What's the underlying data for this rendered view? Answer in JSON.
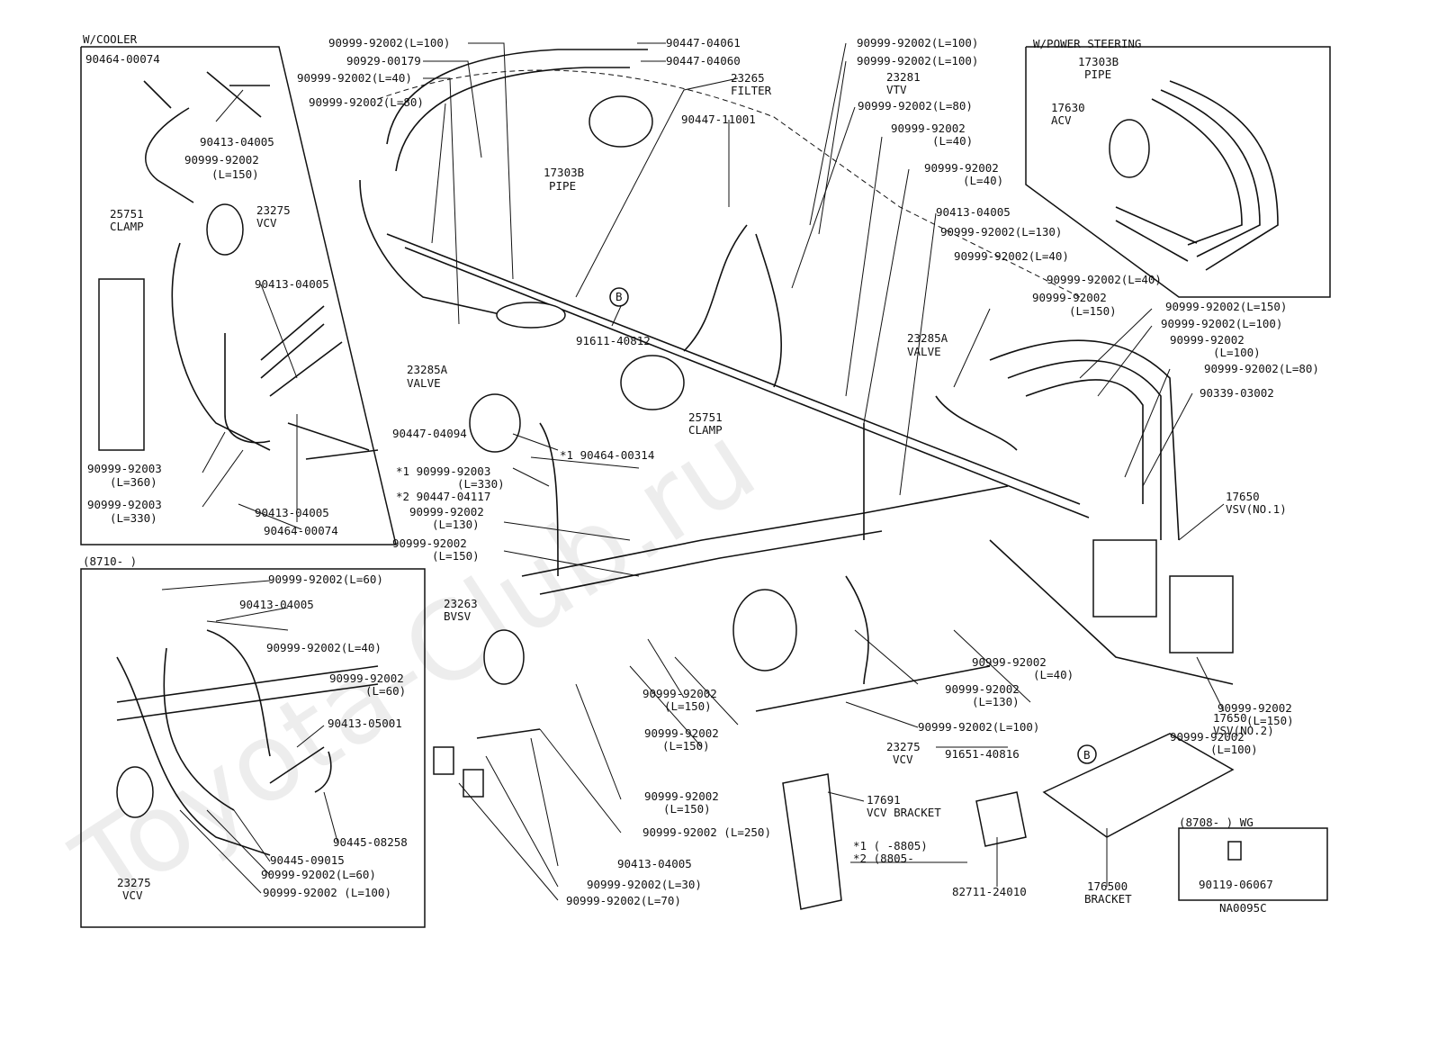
{
  "watermark": "Toyota-Club.ru",
  "drawing_code": "NA0095C",
  "insets": {
    "cooler": {
      "title": "W/COOLER"
    },
    "power_steering": {
      "title": "W/POWER STEERING"
    },
    "from_8710": {
      "title": "(8710-          )"
    },
    "wg": {
      "title": "(8708-          ) WG"
    }
  },
  "footnotes": {
    "n1": "*1  (         -8805)",
    "n2": "*2  (8805-          "
  },
  "labels": [
    {
      "name": "c-90464-00074",
      "text": "90464-00074"
    },
    {
      "name": "c-90413-04005",
      "text": "90413-04005"
    },
    {
      "name": "c-hose-150-a",
      "text": "90999-92002"
    },
    {
      "name": "c-hose-150-b",
      "text": "(L=150)"
    },
    {
      "name": "c-25751",
      "text": "25751"
    },
    {
      "name": "c-clamp",
      "text": "CLAMP"
    },
    {
      "name": "c-23275",
      "text": "23275"
    },
    {
      "name": "c-vcv",
      "text": "VCV"
    },
    {
      "name": "c-90413-04005-b",
      "text": "90413-04005"
    },
    {
      "name": "c-90999-92003-a",
      "text": "90999-92003"
    },
    {
      "name": "c-l360",
      "text": "(L=360)"
    },
    {
      "name": "c-90999-92003-b",
      "text": "90999-92003"
    },
    {
      "name": "c-l330",
      "text": "(L=330)"
    },
    {
      "name": "c-90413-04005-c",
      "text": "90413-04005"
    },
    {
      "name": "c-90464-00074-b",
      "text": "90464-00074"
    },
    {
      "name": "t-90999-100",
      "text": "90999-92002(L=100)"
    },
    {
      "name": "t-90929",
      "text": "90929-00179"
    },
    {
      "name": "t-90999-40",
      "text": "90999-92002(L=40)"
    },
    {
      "name": "t-90999-80",
      "text": "90999-92002(L=80)"
    },
    {
      "name": "t-90447-04061",
      "text": "90447-04061"
    },
    {
      "name": "t-90447-04060",
      "text": "90447-04060"
    },
    {
      "name": "t-23265",
      "text": "23265"
    },
    {
      "name": "t-filter",
      "text": "FILTER"
    },
    {
      "name": "t-90447-11001",
      "text": "90447-11001"
    },
    {
      "name": "t-17303b",
      "text": "17303B"
    },
    {
      "name": "t-pipe",
      "text": "PIPE"
    },
    {
      "name": "t-b1",
      "text": "B"
    },
    {
      "name": "t-91611",
      "text": "91611-40812"
    },
    {
      "name": "t-23285a",
      "text": "23285A"
    },
    {
      "name": "t-valve",
      "text": "VALVE"
    },
    {
      "name": "t-25751",
      "text": "25751"
    },
    {
      "name": "t-clamp",
      "text": "CLAMP"
    },
    {
      "name": "t-90447-04094",
      "text": "90447-04094"
    },
    {
      "name": "t-n1-90999-92003",
      "text": "*1 90999-92003"
    },
    {
      "name": "t-l330",
      "text": "(L=330)"
    },
    {
      "name": "t-n2-90447-04117",
      "text": "*2 90447-04117"
    },
    {
      "name": "t-n1-90464-00314",
      "text": "*1  90464-00314"
    },
    {
      "name": "t-90999-130",
      "text": "90999-92002"
    },
    {
      "name": "t-l130",
      "text": "(L=130)"
    },
    {
      "name": "t-90999-150",
      "text": "90999-92002"
    },
    {
      "name": "t-l150",
      "text": "(L=150)"
    },
    {
      "name": "t-23263",
      "text": "23263"
    },
    {
      "name": "t-bvsv",
      "text": "BVSV"
    },
    {
      "name": "r-90999-100-a",
      "text": "90999-92002(L=100)"
    },
    {
      "name": "r-90999-100-b",
      "text": "90999-92002(L=100)"
    },
    {
      "name": "r-23281",
      "text": "23281"
    },
    {
      "name": "r-vtv",
      "text": "VTV"
    },
    {
      "name": "r-90999-80",
      "text": "90999-92002(L=80)"
    },
    {
      "name": "r-90999-40-a",
      "text": "90999-92002"
    },
    {
      "name": "r-l40-a",
      "text": "(L=40)"
    },
    {
      "name": "r-90999-40-b",
      "text": "90999-92002"
    },
    {
      "name": "r-l40-b",
      "text": "(L=40)"
    },
    {
      "name": "r-90413-04005",
      "text": "90413-04005"
    },
    {
      "name": "r-90999-130",
      "text": "90999-92002(L=130)"
    },
    {
      "name": "r-90999-40-c",
      "text": "90999-92002(L=40)"
    },
    {
      "name": "r-90999-40-d",
      "text": "90999-92002(L=40)"
    },
    {
      "name": "r-90999-150",
      "text": "90999-92002"
    },
    {
      "name": "r-l150",
      "text": "(L=150)"
    },
    {
      "name": "r-23285a",
      "text": "23285A"
    },
    {
      "name": "r-valve",
      "text": "VALVE"
    },
    {
      "name": "r-90999-150-b",
      "text": "90999-92002(L=150)"
    },
    {
      "name": "r-90999-100-c",
      "text": "90999-92002(L=100)"
    },
    {
      "name": "r-90999-100-d",
      "text": "90999-92002"
    },
    {
      "name": "r-l100",
      "text": "(L=100)"
    },
    {
      "name": "r-90999-80-b",
      "text": "90999-92002(L=80)"
    },
    {
      "name": "r-90339",
      "text": "90339-03002"
    },
    {
      "name": "r-17650-a",
      "text": "17650"
    },
    {
      "name": "r-vsv1",
      "text": "VSV(NO.1)"
    },
    {
      "name": "r-17650-b",
      "text": "17650"
    },
    {
      "name": "r-vsv2",
      "text": "VSV(NO.2)"
    },
    {
      "name": "ps-17303b",
      "text": "17303B"
    },
    {
      "name": "ps-pipe",
      "text": "PIPE"
    },
    {
      "name": "ps-17630",
      "text": "17630"
    },
    {
      "name": "ps-acv",
      "text": "ACV"
    },
    {
      "name": "b-90999-40",
      "text": "90999-92002"
    },
    {
      "name": "b-l40",
      "text": "(L=40)"
    },
    {
      "name": "b-90999-130",
      "text": "90999-92002"
    },
    {
      "name": "b-l130",
      "text": "(L=130)"
    },
    {
      "name": "b-90999-100",
      "text": "90999-92002(L=100)"
    },
    {
      "name": "b-23275",
      "text": "23275"
    },
    {
      "name": "b-vcv",
      "text": "VCV"
    },
    {
      "name": "b-91651",
      "text": "91651-40816"
    },
    {
      "name": "b-b2",
      "text": "B"
    },
    {
      "name": "b-90999-150-r",
      "text": "90999-92002"
    },
    {
      "name": "b-l150-r",
      "text": "(L=150)"
    },
    {
      "name": "b-90999-100-r",
      "text": "90999-92002"
    },
    {
      "name": "b-l100-r",
      "text": "(L=100)"
    },
    {
      "name": "b-90999-150-a",
      "text": "90999-92002"
    },
    {
      "name": "b-l150-a",
      "text": "(L=150)"
    },
    {
      "name": "b-90999-150-b",
      "text": "90999-92002"
    },
    {
      "name": "b-l150-b",
      "text": "(L=150)"
    },
    {
      "name": "b-90999-150-c",
      "text": "90999-92002"
    },
    {
      "name": "b-l150-c",
      "text": "(L=150)"
    },
    {
      "name": "b-90999-250",
      "text": "90999-92002 (L=250)"
    },
    {
      "name": "b-90413-04005",
      "text": "90413-04005"
    },
    {
      "name": "b-90999-30",
      "text": "90999-92002(L=30)"
    },
    {
      "name": "b-90999-70",
      "text": "90999-92002(L=70)"
    },
    {
      "name": "b-17691",
      "text": "17691"
    },
    {
      "name": "b-vcv-bracket",
      "text": "VCV BRACKET"
    },
    {
      "name": "b-82711",
      "text": "82711-24010"
    },
    {
      "name": "b-176500",
      "text": "176500"
    },
    {
      "name": "b-bracket",
      "text": "BRACKET"
    },
    {
      "name": "b-90119",
      "text": "90119-06067"
    },
    {
      "name": "i-90999-60",
      "text": "90999-92002(L=60)"
    },
    {
      "name": "i-90413-04005",
      "text": "90413-04005"
    },
    {
      "name": "i-90999-40",
      "text": "90999-92002(L=40)"
    },
    {
      "name": "i-90999-60-b",
      "text": "90999-92002"
    },
    {
      "name": "i-l60",
      "text": "(L=60)"
    },
    {
      "name": "i-90413-05001",
      "text": "90413-05001"
    },
    {
      "name": "i-90445-08258",
      "text": "90445-08258"
    },
    {
      "name": "i-90445-09015",
      "text": "90445-09015"
    },
    {
      "name": "i-90999-60-c",
      "text": "90999-92002(L=60)"
    },
    {
      "name": "i-90999-100",
      "text": "90999-92002 (L=100)"
    },
    {
      "name": "i-23275",
      "text": "23275"
    },
    {
      "name": "i-vcv",
      "text": "VCV"
    }
  ]
}
